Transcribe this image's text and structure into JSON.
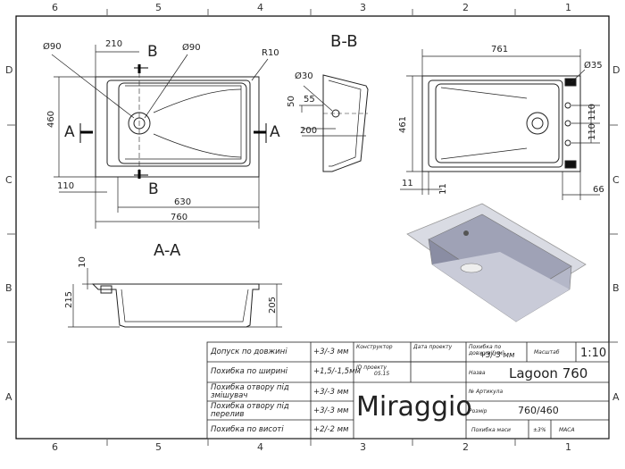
{
  "grid": {
    "cols_top": [
      "6",
      "5",
      "4",
      "3",
      "2",
      "1"
    ],
    "cols_bottom": [
      "6",
      "5",
      "4",
      "3",
      "2",
      "1"
    ],
    "rows_left": [
      "D",
      "C",
      "B",
      "A"
    ],
    "rows_right": [
      "D",
      "C",
      "B",
      "A"
    ]
  },
  "views": {
    "section_bb": "B-B",
    "section_aa": "A-A",
    "cut_a_left": "A",
    "cut_a_right": "A",
    "cut_b_top": "B",
    "cut_b_bottom": "B"
  },
  "dims_top": {
    "d90_left": "Ø90",
    "w210": "210",
    "d90_right": "Ø90",
    "r10": "R10",
    "h460": "460",
    "w110": "110",
    "w630": "630",
    "w760": "760"
  },
  "dims_profile": {
    "d30": "Ø30",
    "h50": "50",
    "w55": "55",
    "w200": "200"
  },
  "dims_right": {
    "w761": "761",
    "d35": "Ø35",
    "h461": "461",
    "h110a": "110",
    "h110b": "110",
    "w11a": "11",
    "w11b": "11",
    "w66": "66"
  },
  "dims_aa": {
    "h10": "10",
    "h215": "215",
    "h205": "205"
  },
  "title_block": {
    "rows": [
      {
        "label": "Допуск по довжині",
        "value": "+3/-3 мм"
      },
      {
        "label": "Похибка по ширині",
        "value": "+1,5/-1,5мм"
      },
      {
        "label": "Похибка отвору під змішувач",
        "value": "+3/-3 мм"
      },
      {
        "label": "Похибка отвору під перелив",
        "value": "+3/-3 мм"
      },
      {
        "label": "Похибка по висоті",
        "value": "+2/-2 мм"
      }
    ],
    "designer_label": "Конструктор",
    "project_date_label": "Дата проекту",
    "project_id_label": "ID проекту",
    "project_id_value": "05.15",
    "length_tol_label": "Похибка по довжині(мм)",
    "length_tol_value": "+3/-3 мм",
    "scale_label": "Масштаб",
    "scale_value": "1:10",
    "name_label": "Назва",
    "name_value": "Lagoon 760",
    "article_label": "№ Артикула",
    "size_label": "Розмір",
    "size_value": "760/460",
    "mass_label": "Похибка маси",
    "mass_value": "±3%",
    "mass_unit": "МАСА",
    "brand": "Miraggio"
  }
}
